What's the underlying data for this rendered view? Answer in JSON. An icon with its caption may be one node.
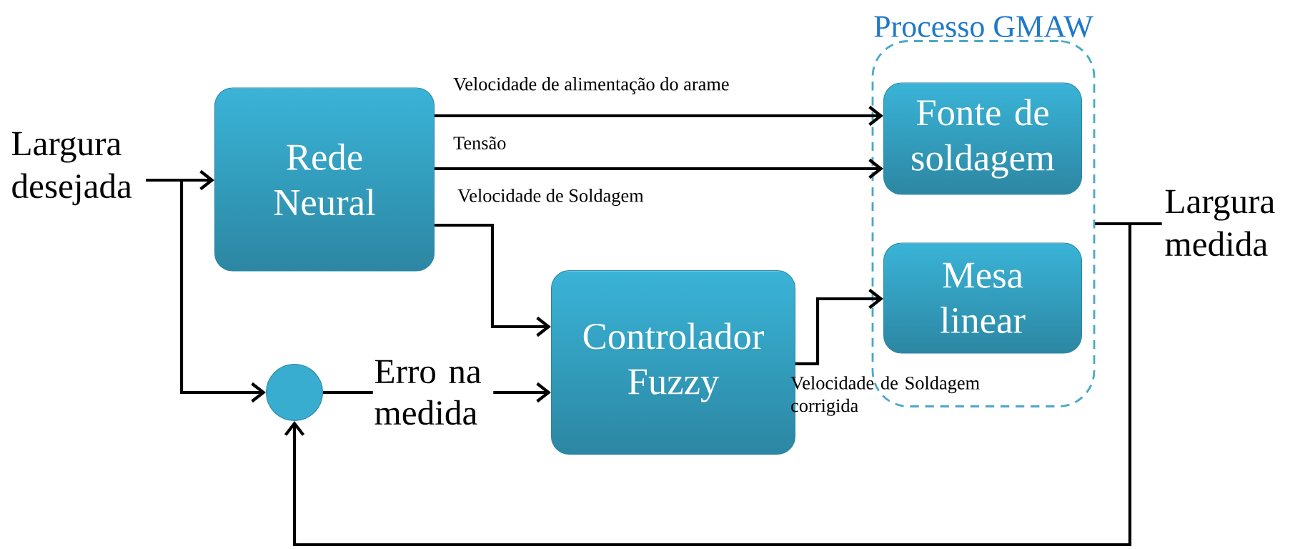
{
  "diagram": {
    "nodes": [
      {
        "text": [
          "Largura desejada"
        ]
      },
      {
        "text": [
          "Rede Neural"
        ]
      },
      {
        "text": [
          "Processo GMAW"
        ]
      },
      {
        "text": [
          "Fonte de soldagem"
        ],
        "in": 2
      },
      {
        "text": [
          "Mesa linear"
        ],
        "in": 2
      },
      {
        "text": [],
        "shape": "circle"
      },
      {
        "text": [
          "Controlador Fuzzy"
        ]
      },
      {
        "text": [
          "Largura medida"
        ]
      }
    ],
    "edges": [
      {
        "from": 0,
        "to": 1,
        "arrow": "to"
      },
      {
        "from": 0,
        "to": 5,
        "arrow": "to"
      },
      {
        "from": 1,
        "to": 3,
        "arrow": "to",
        "label": "Velocidade de alimentação do arame"
      },
      {
        "from": 1,
        "to": 3,
        "arrow": "to",
        "label": "Tensão"
      },
      {
        "from": 1,
        "to": 6,
        "arrow": "to",
        "label": "Velocidade de Soldagem"
      },
      {
        "from": 5,
        "to": 6,
        "arrow": "to",
        "label": "Erro na medida"
      },
      {
        "from": 6,
        "to": 4,
        "arrow": "to",
        "label": "Velocidade de Soldagem corrigida"
      },
      {
        "from": 2,
        "to": 7,
        "arrow": "none"
      },
      {
        "from": 2,
        "to": 5,
        "arrow": "to"
      }
    ]
  }
}
